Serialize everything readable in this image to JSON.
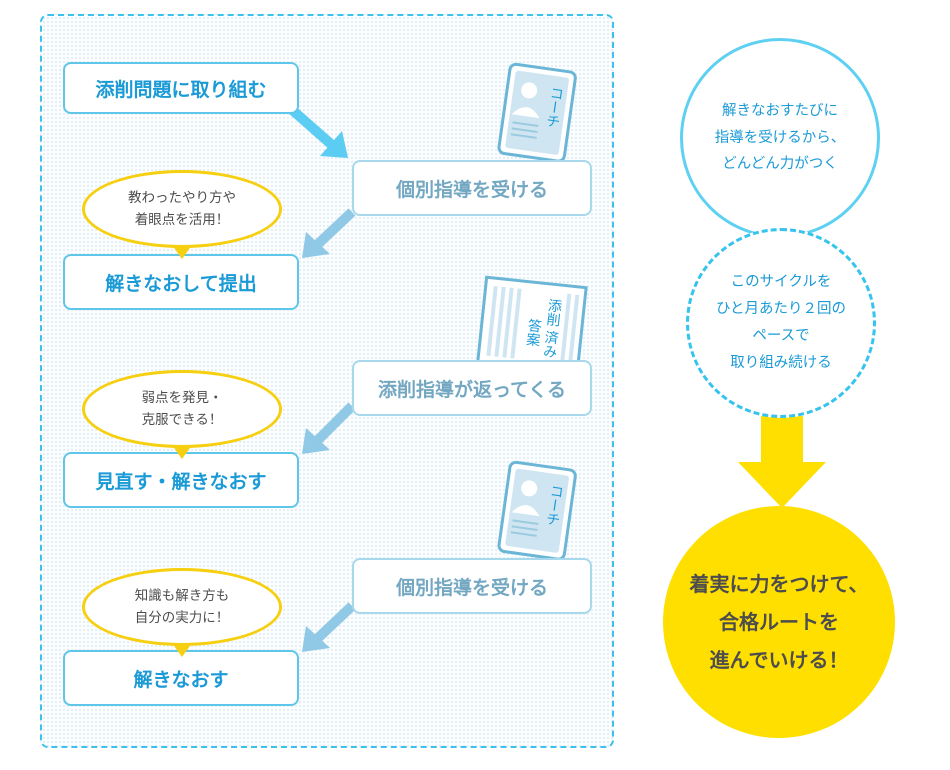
{
  "flow_steps": {
    "step1": "添削問題に取り組む",
    "step2": "個別指導を受ける",
    "step3": "解きなおして提出",
    "step4": "添削指導が返ってくる",
    "step5": "見直す・解きなおす",
    "step6": "個別指導を受ける",
    "step7": "解きなおす"
  },
  "bubbles": {
    "b1": [
      "教わったやり方や",
      "着眼点を活用！"
    ],
    "b2": [
      "弱点を発見・",
      "克服できる！"
    ],
    "b3": [
      "知識も解き方も",
      "自分の実力に！"
    ]
  },
  "cards": {
    "coach_label": "コーチ",
    "paper_line1": "添削",
    "paper_line2": "済み",
    "paper_line3": "答案"
  },
  "cycle": {
    "top": [
      "解きなおすたびに",
      "指導を受けるから、",
      "どんどん力がつく"
    ],
    "middle": [
      "このサイクルを",
      "ひと月あたり２回の",
      "ペースで",
      "取り組み続ける"
    ],
    "result": [
      "着実に力をつけて、",
      "合格ルートを",
      "進んでいける！"
    ]
  },
  "colors": {
    "accent_blue": "#1a9ad6",
    "border_blue": "#5fc6ea",
    "soft_blue": "#a8d8ec",
    "yellow": "#ffdf00",
    "bubble_yellow": "#f6cf10"
  }
}
